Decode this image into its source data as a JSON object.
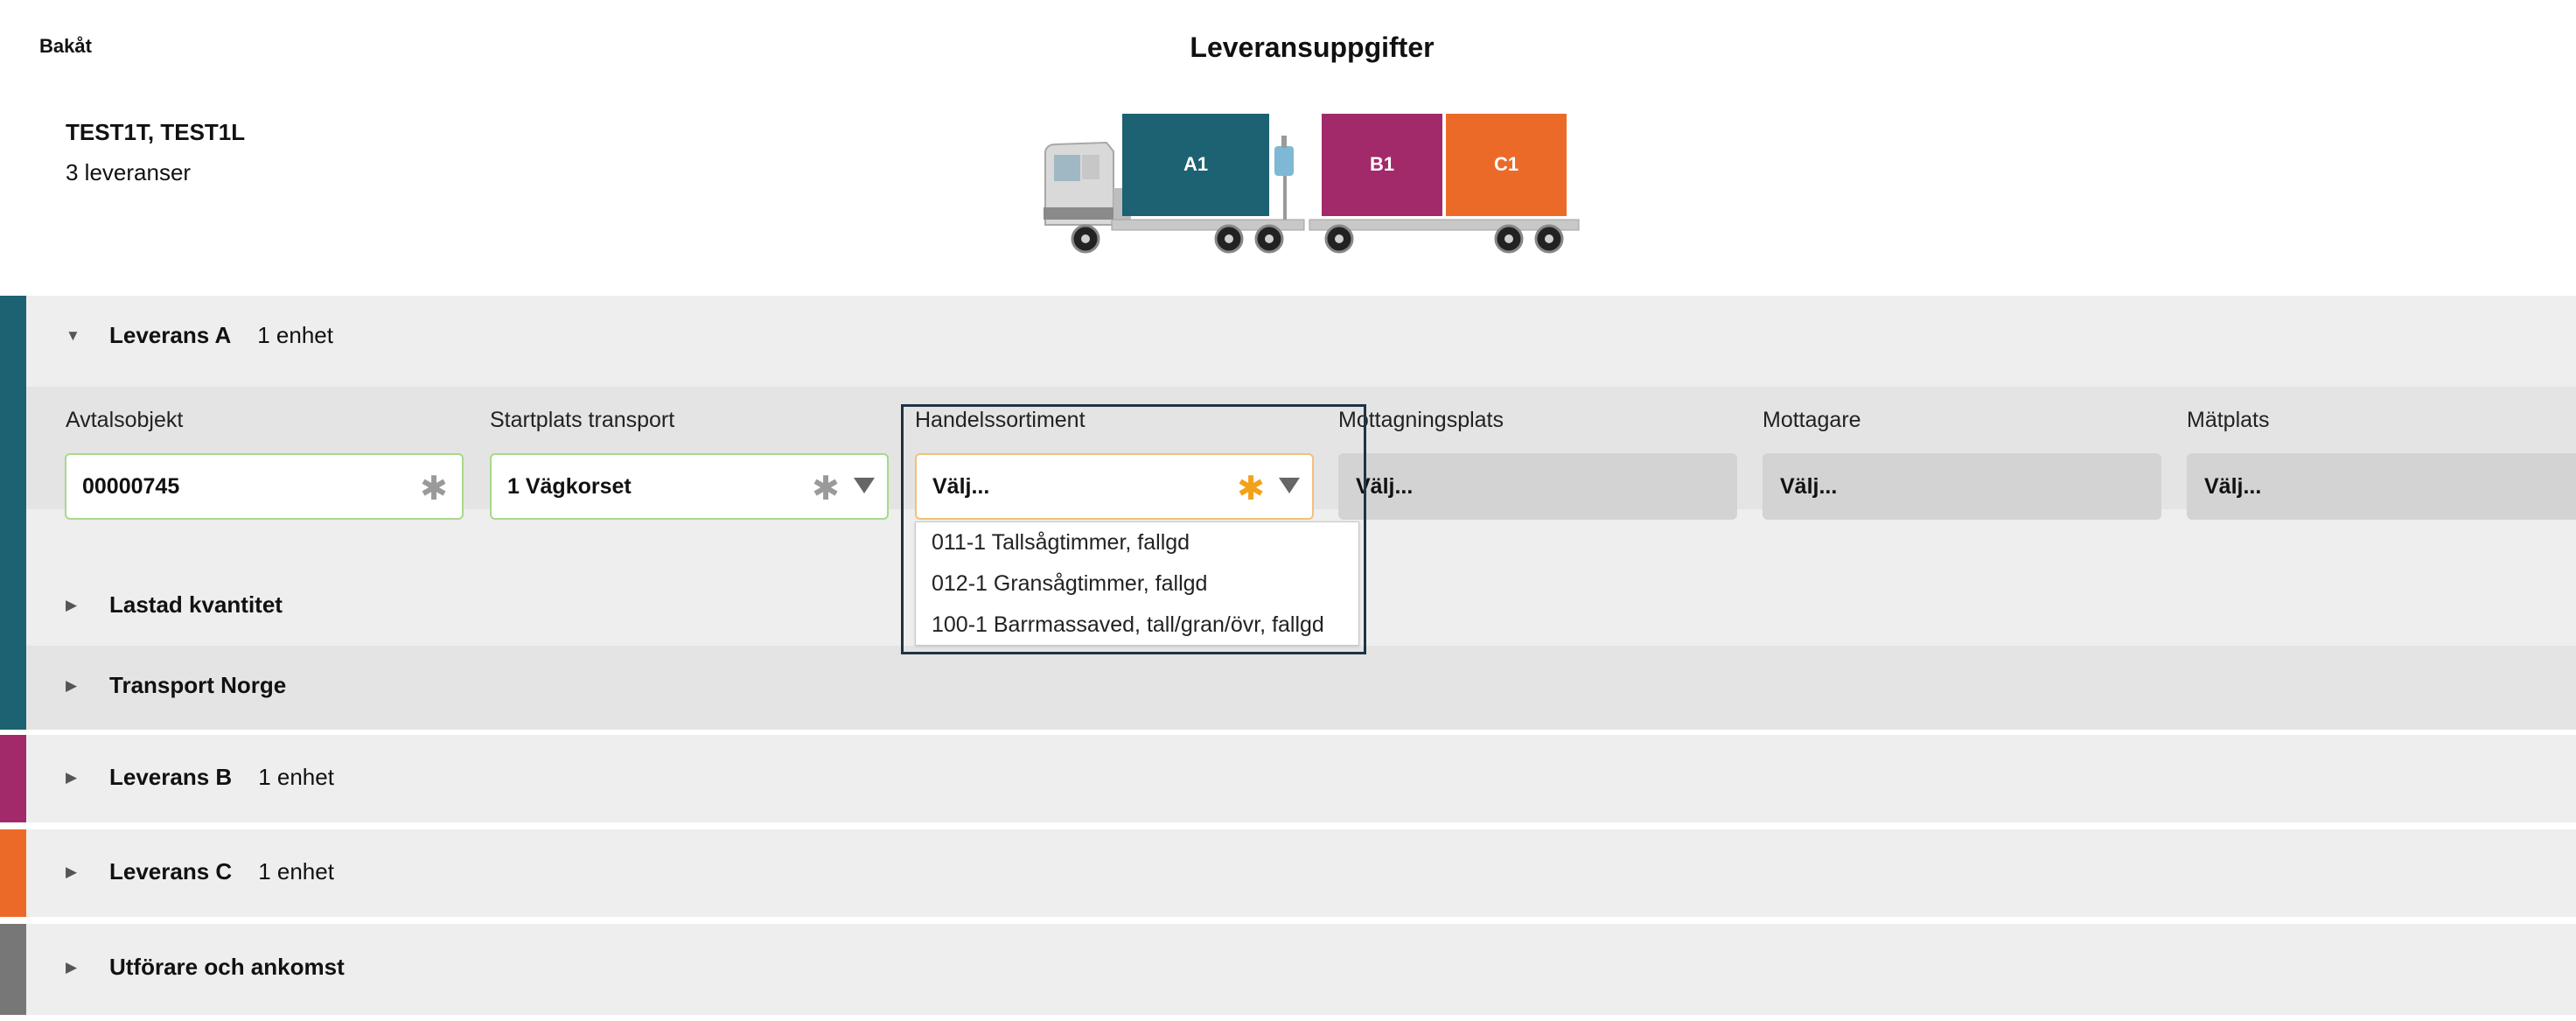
{
  "header": {
    "back_label": "Bakåt",
    "title": "Leveransuppgifter",
    "vehicle_name": "TEST1T, TEST1L",
    "delivery_count": "3 leveranser"
  },
  "truck": {
    "containers": [
      {
        "label": "A1",
        "color": "#1c6272"
      },
      {
        "label": "B1",
        "color": "#a22a6a"
      },
      {
        "label": "C1",
        "color": "#ec6a28"
      }
    ]
  },
  "sections": {
    "a": {
      "title": "Leverans A",
      "count": "1 enhet",
      "color": "#1c6272",
      "expanded": true
    },
    "b": {
      "title": "Leverans B",
      "count": "1 enhet",
      "color": "#a22a6a"
    },
    "c": {
      "title": "Leverans C",
      "count": "1 enhet",
      "color": "#ec6a28"
    },
    "utforare": {
      "title": "Utförare och ankomst",
      "color": "#777777"
    }
  },
  "fields": {
    "avtalsobjekt": {
      "label": "Avtalsobjekt",
      "value": "00000745"
    },
    "startplats": {
      "label": "Startplats transport",
      "value": "1 Vägkorset"
    },
    "handelssortiment": {
      "label": "Handelssortiment",
      "value": "Välj..."
    },
    "mottagningsplats": {
      "label": "Mottagningsplats",
      "value": "Välj..."
    },
    "mottagare": {
      "label": "Mottagare",
      "value": "Välj..."
    },
    "matplats": {
      "label": "Mätplats",
      "value": "Välj..."
    }
  },
  "subsections": {
    "lastad": "Lastad kvantitet",
    "norge": "Transport Norge"
  },
  "dropdown_options": [
    "011-1 Tallsågtimmer, fallgd",
    "012-1 Gransågtimmer, fallgd",
    "100-1 Barrmassaved, tall/gran/övr, fallgd"
  ],
  "icons": {
    "collapse": "triangle-down-icon",
    "expand": "triangle-right-icon",
    "required": "asterisk-icon",
    "dropdown": "chevron-down-icon"
  }
}
